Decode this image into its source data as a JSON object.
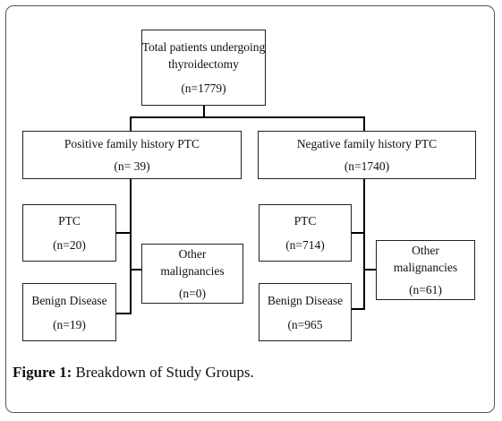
{
  "diagram": {
    "root": {
      "line1": "Total patients undergoing",
      "line2": "thyroidectomy",
      "count": "(n=1779)"
    },
    "left": {
      "header": {
        "title": "Positive family history PTC",
        "count": "(n= 39)"
      },
      "ptc": {
        "label": "PTC",
        "count": "(n=20)"
      },
      "benign": {
        "label": "Benign Disease",
        "count": "(n=19)"
      },
      "other": {
        "label": "Other",
        "label2": "malignancies",
        "count": "(n=0)"
      }
    },
    "right": {
      "header": {
        "title": "Negative family history PTC",
        "count": "(n=1740)"
      },
      "ptc": {
        "label": "PTC",
        "count": "(n=714)"
      },
      "benign": {
        "label": "Benign Disease",
        "count": "(n=965"
      },
      "other": {
        "label": "Other",
        "label2": "malignancies",
        "count": "(n=61)"
      }
    }
  },
  "caption": {
    "label": "Figure 1:",
    "text": " Breakdown of Study Groups."
  }
}
